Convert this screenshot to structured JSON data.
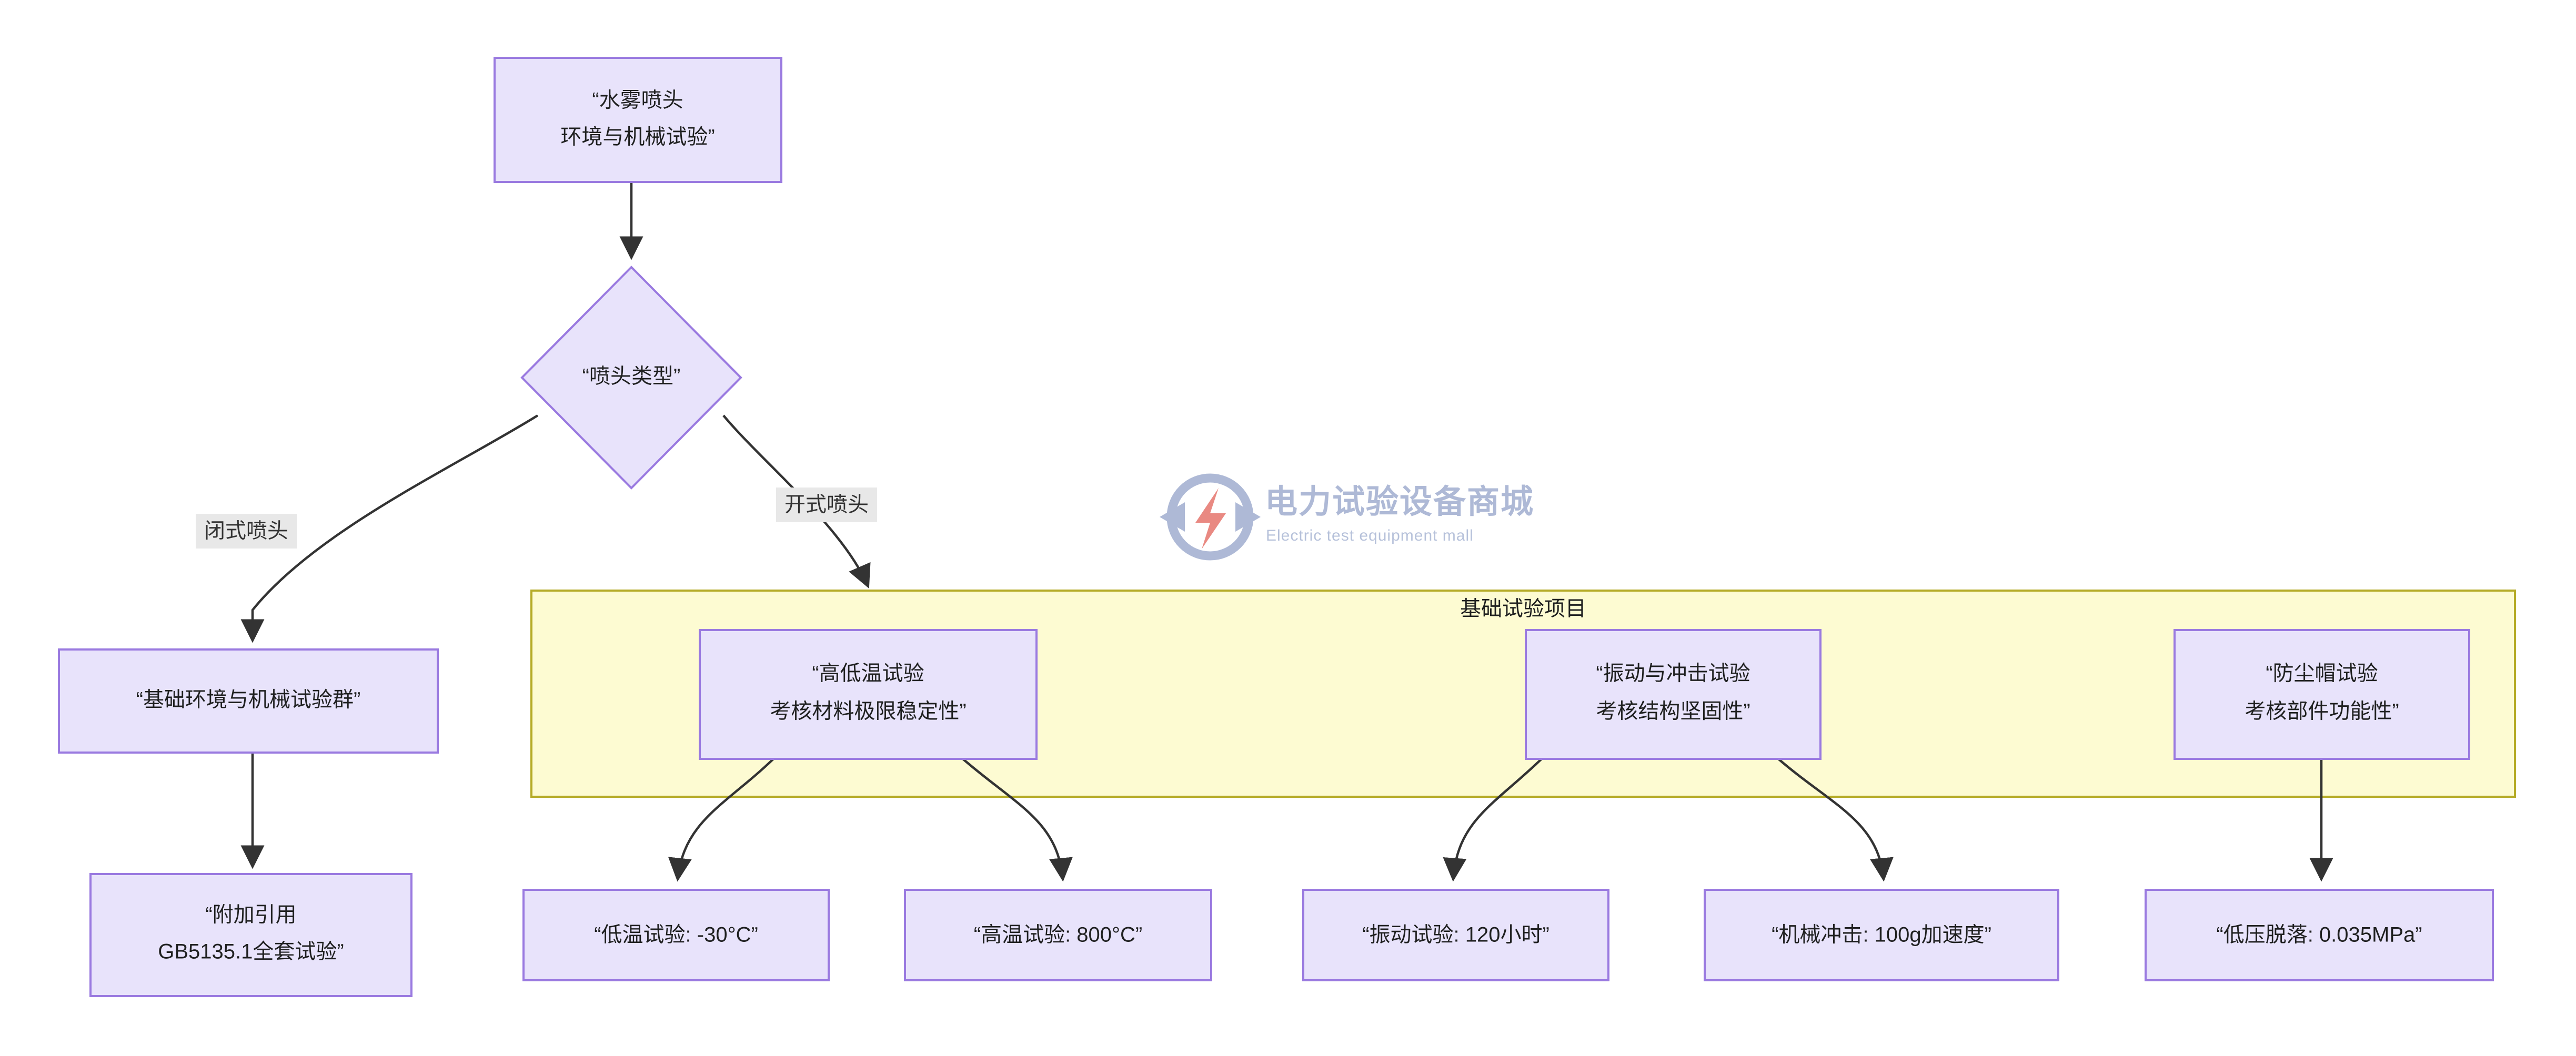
{
  "diagram": {
    "type": "flowchart",
    "direction": "top-down",
    "title_node": "“水雾喷头\n环境与机械试验”",
    "nodes": [
      {
        "id": "root",
        "shape": "rect",
        "lines": [
          "“水雾喷头",
          "环境与机械试验”"
        ]
      },
      {
        "id": "decision",
        "shape": "diamond",
        "lines": [
          "“喷头类型”"
        ]
      },
      {
        "id": "closed_group",
        "shape": "rect",
        "lines": [
          "“基础环境与机械试验群”"
        ]
      },
      {
        "id": "gb_ref",
        "shape": "rect",
        "lines": [
          "“附加引用",
          "GB5135.1全套试验”"
        ]
      },
      {
        "id": "temp_test",
        "shape": "rect",
        "lines": [
          "“高低温试验",
          "考核材料极限稳定性”"
        ]
      },
      {
        "id": "vib_test",
        "shape": "rect",
        "lines": [
          "“振动与冲击试验",
          "考核结构坚固性”"
        ]
      },
      {
        "id": "cap_test",
        "shape": "rect",
        "lines": [
          "“防尘帽试验",
          "考核部件功能性”"
        ]
      },
      {
        "id": "low_temp",
        "shape": "rect",
        "lines": [
          "“低温试验: -30°C”"
        ]
      },
      {
        "id": "high_temp",
        "shape": "rect",
        "lines": [
          "“高温试验: 800°C”"
        ]
      },
      {
        "id": "vibration",
        "shape": "rect",
        "lines": [
          "“振动试验: 120小时”"
        ]
      },
      {
        "id": "shock",
        "shape": "rect",
        "lines": [
          "“机械冲击: 100g加速度”"
        ]
      },
      {
        "id": "pressure",
        "shape": "rect",
        "lines": [
          "“低压脱落: 0.035MPa”"
        ]
      }
    ],
    "cluster": {
      "id": "basic_tests",
      "title": "基础试验项目"
    },
    "edges": [
      {
        "from": "root",
        "to": "decision",
        "label": ""
      },
      {
        "from": "decision",
        "to": "closed_group",
        "label": "闭式喷头"
      },
      {
        "from": "decision",
        "to": "temp_test",
        "label": "开式喷头"
      },
      {
        "from": "closed_group",
        "to": "gb_ref",
        "label": ""
      },
      {
        "from": "temp_test",
        "to": "low_temp",
        "label": ""
      },
      {
        "from": "temp_test",
        "to": "high_temp",
        "label": ""
      },
      {
        "from": "vib_test",
        "to": "vibration",
        "label": ""
      },
      {
        "from": "vib_test",
        "to": "shock",
        "label": ""
      },
      {
        "from": "cap_test",
        "to": "pressure",
        "label": ""
      }
    ],
    "colors": {
      "node_fill": "#e8e3fb",
      "node_stroke": "#9a7ae0",
      "cluster_fill": "#fdfbd2",
      "cluster_stroke": "#b5ab27",
      "edge_stroke": "#333333",
      "edge_label_bg": "#e8e8e8",
      "text": "#1f2020"
    }
  },
  "watermark": {
    "brand_cn": "电力试验设备商城",
    "brand_en": "Electric test equipment mall",
    "logo_color": "#aab6d4",
    "bolt_color": "#e8837c"
  }
}
